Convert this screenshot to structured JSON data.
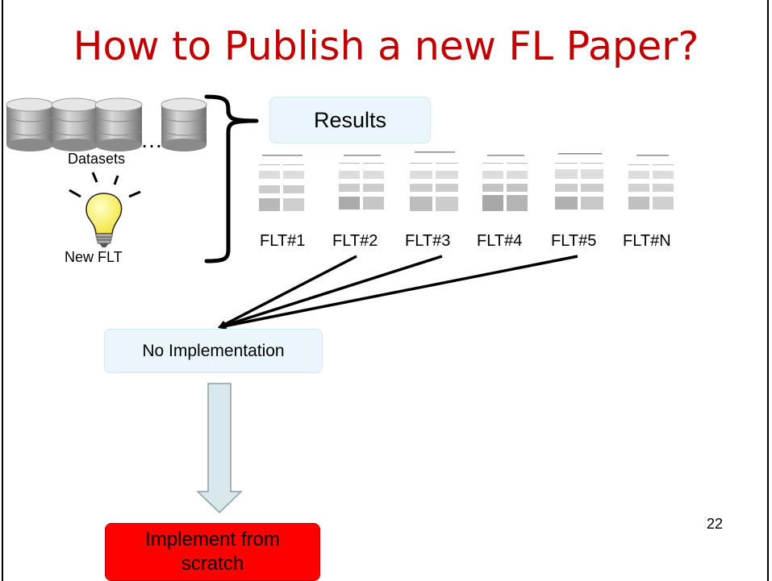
{
  "slide": {
    "title": "How to Publish a new FL Paper?",
    "page_number": "22"
  },
  "inputs": {
    "datasets_label": "Datasets",
    "ellipsis": "…",
    "new_flt_label": "New FLT"
  },
  "results_label": "Results",
  "papers": [
    "FLT#1",
    "FLT#2",
    "FLT#3",
    "FLT#4",
    "FLT#5",
    "FLT#N"
  ],
  "no_implementation_label": "No Implementation",
  "implement_label": "Implement from scratch",
  "colors": {
    "title": "#c00000",
    "box_fill": "#eaf6fb",
    "implement_fill": "#ff0000",
    "down_arrow": "#d9e8ea"
  }
}
